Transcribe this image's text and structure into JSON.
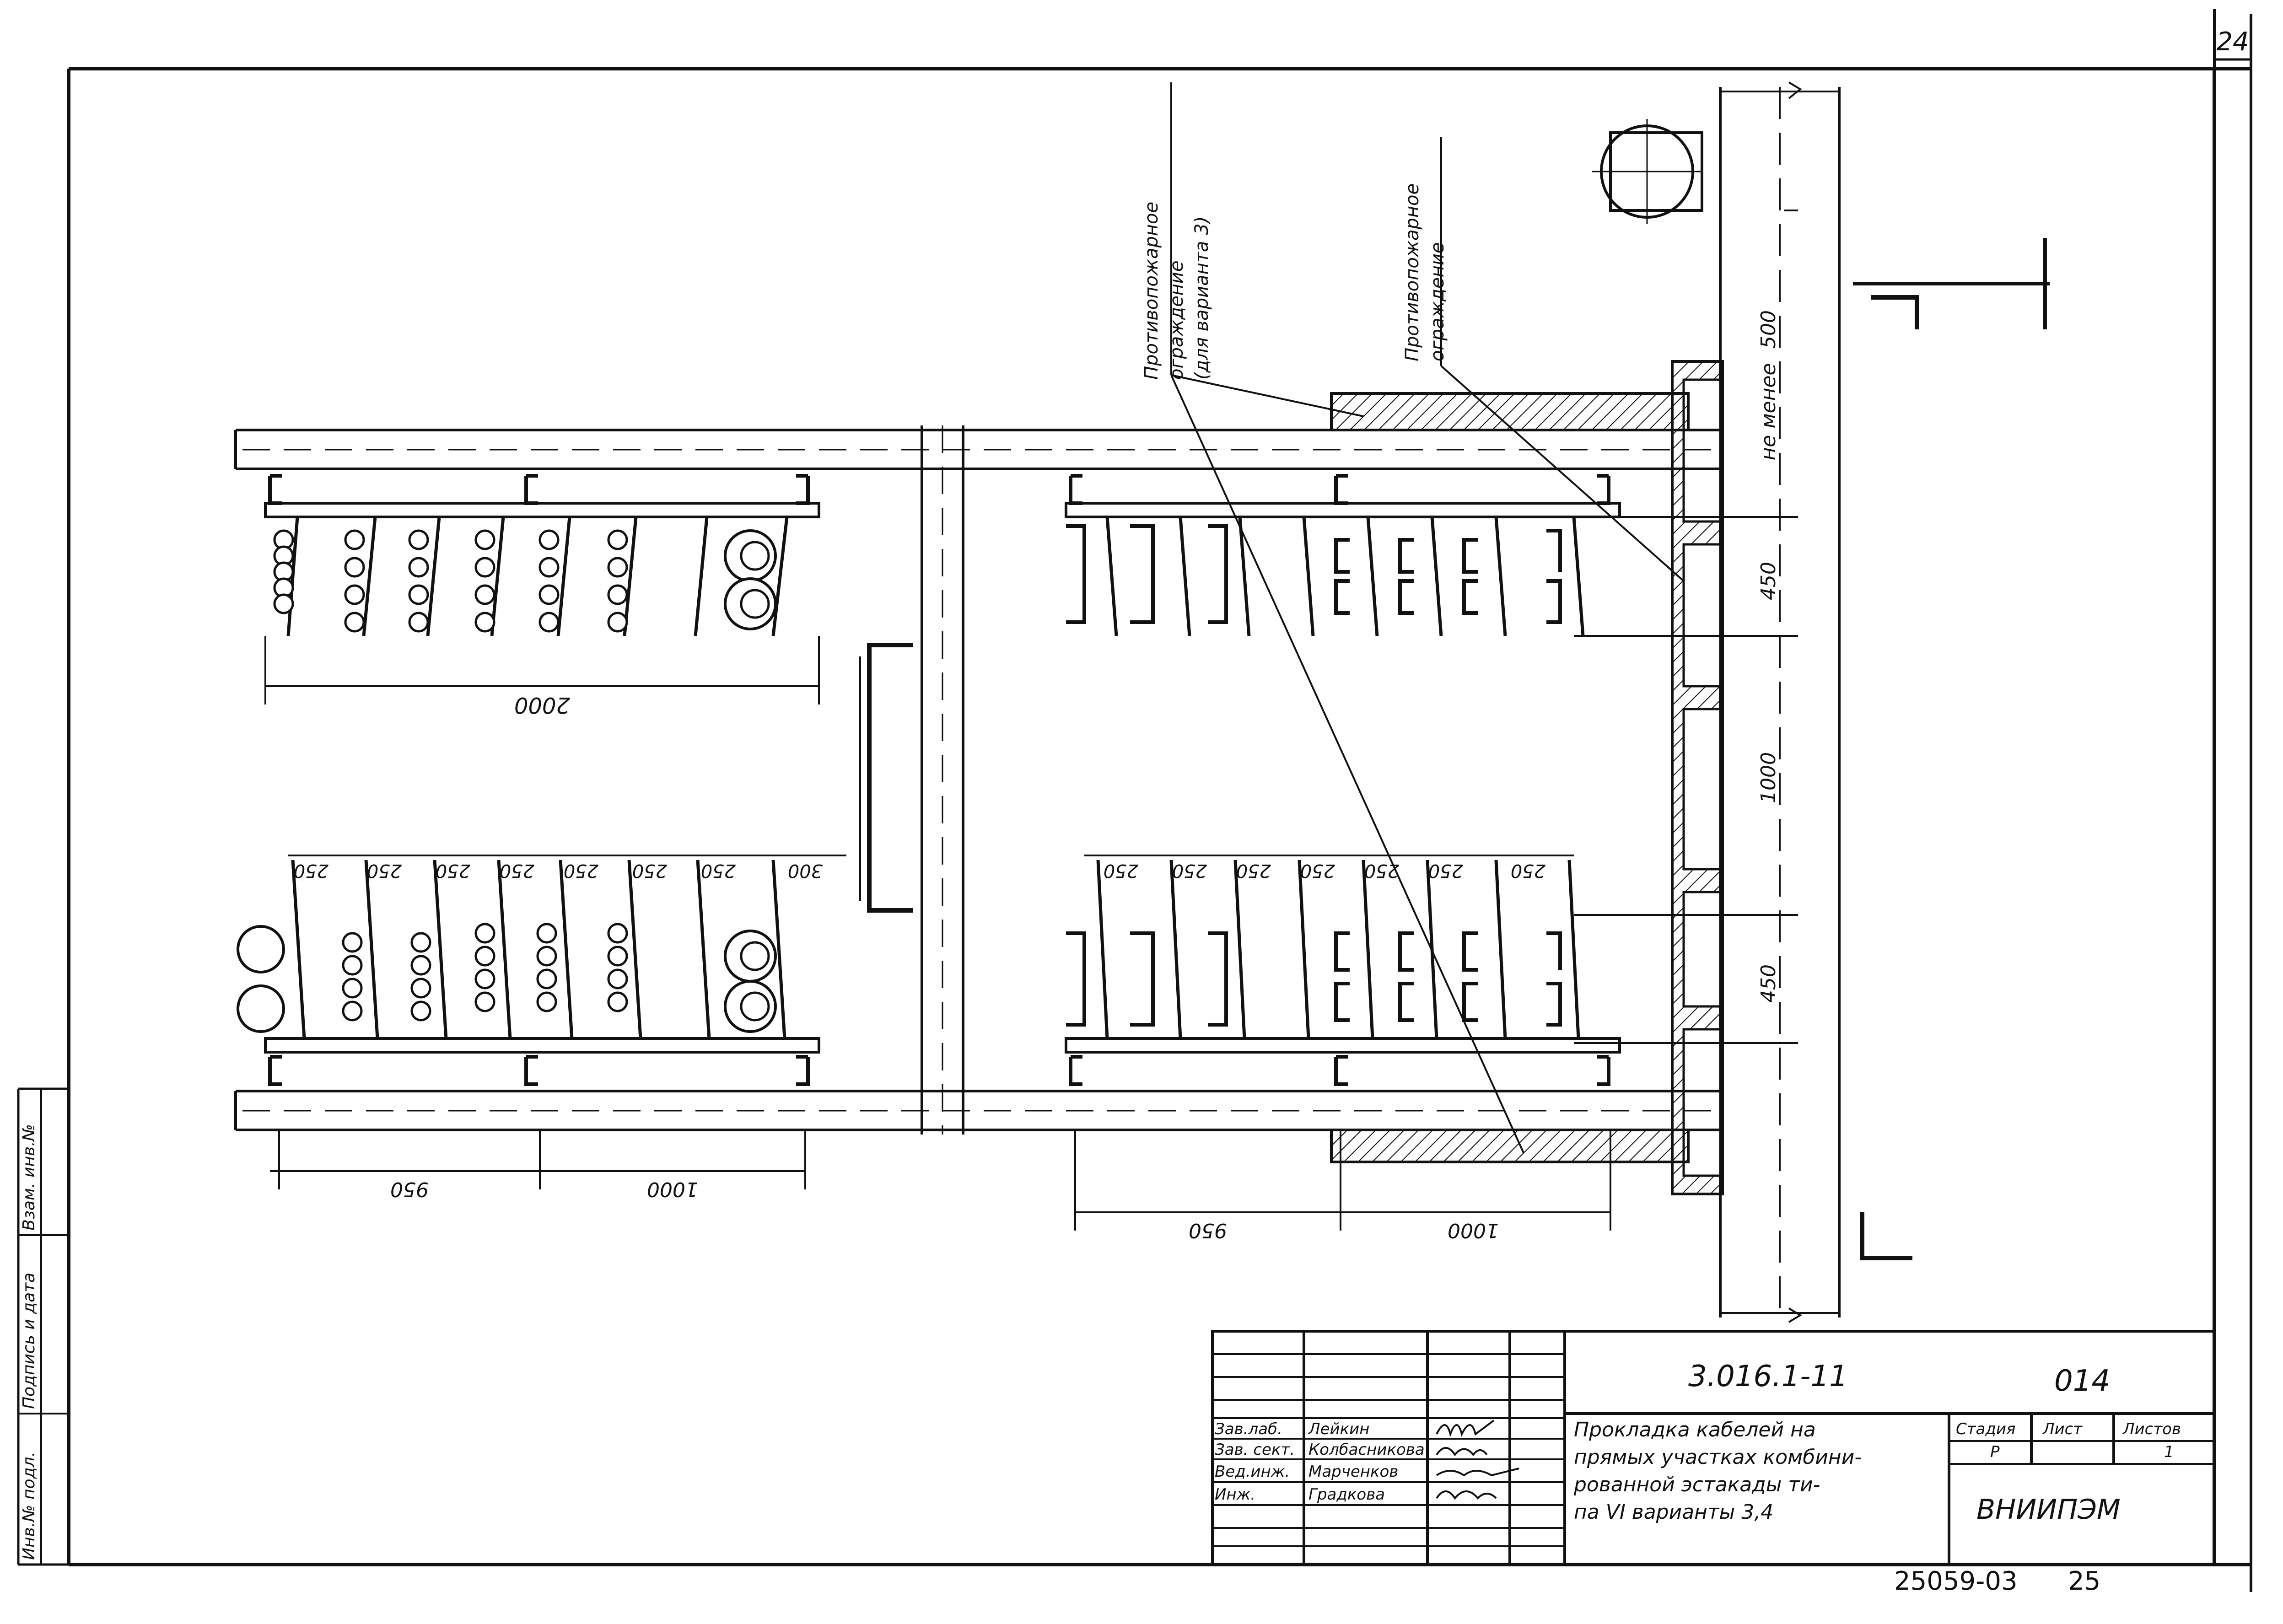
{
  "sheet_number": "24",
  "labels": {
    "fire_barrier_variant3": [
      "Противопожарное",
      "ограждение",
      "(для варианта 3)"
    ],
    "fire_barrier": [
      "Противопожарное",
      "ограждение"
    ]
  },
  "dimensions": {
    "left_top_width": "2000",
    "left_bottom_spacing": [
      "250",
      "250",
      "250",
      "250",
      "250",
      "250",
      "250",
      "300"
    ],
    "left_bottom_spans": [
      "950",
      "1000"
    ],
    "right_bottom_spacing": [
      "250",
      "250",
      "250",
      "250",
      "250",
      "250",
      "250"
    ],
    "right_bottom_spans": [
      "950",
      "1000"
    ],
    "vertical": [
      "500",
      "не менее",
      "450",
      "1000",
      "450"
    ]
  },
  "title_block": {
    "document_code": "3.016.1-11",
    "sheet_code": "014",
    "roles": [
      "Зав.лаб.",
      "Зав. сект.",
      "Вед.инж.",
      "Инж."
    ],
    "names": [
      "Лейкин",
      "Колбасникова",
      "Марченков",
      "Градкова"
    ],
    "description": [
      "Прокладка кабелей на",
      "прямых участках комбини-",
      "рованной эстакады ти-",
      "па VI варианты 3,4"
    ],
    "header_stage": "Стадия",
    "header_sheet": "Лист",
    "header_sheets": "Листов",
    "stage_value": "Р",
    "sheet_value": "1",
    "organization": "ВНИИПЭМ"
  },
  "side_stamp": [
    "Инв.№ подл.",
    "Подпись и дата",
    "Взам. инв.№"
  ],
  "footer_code": "25059-03",
  "footer_page": "25"
}
